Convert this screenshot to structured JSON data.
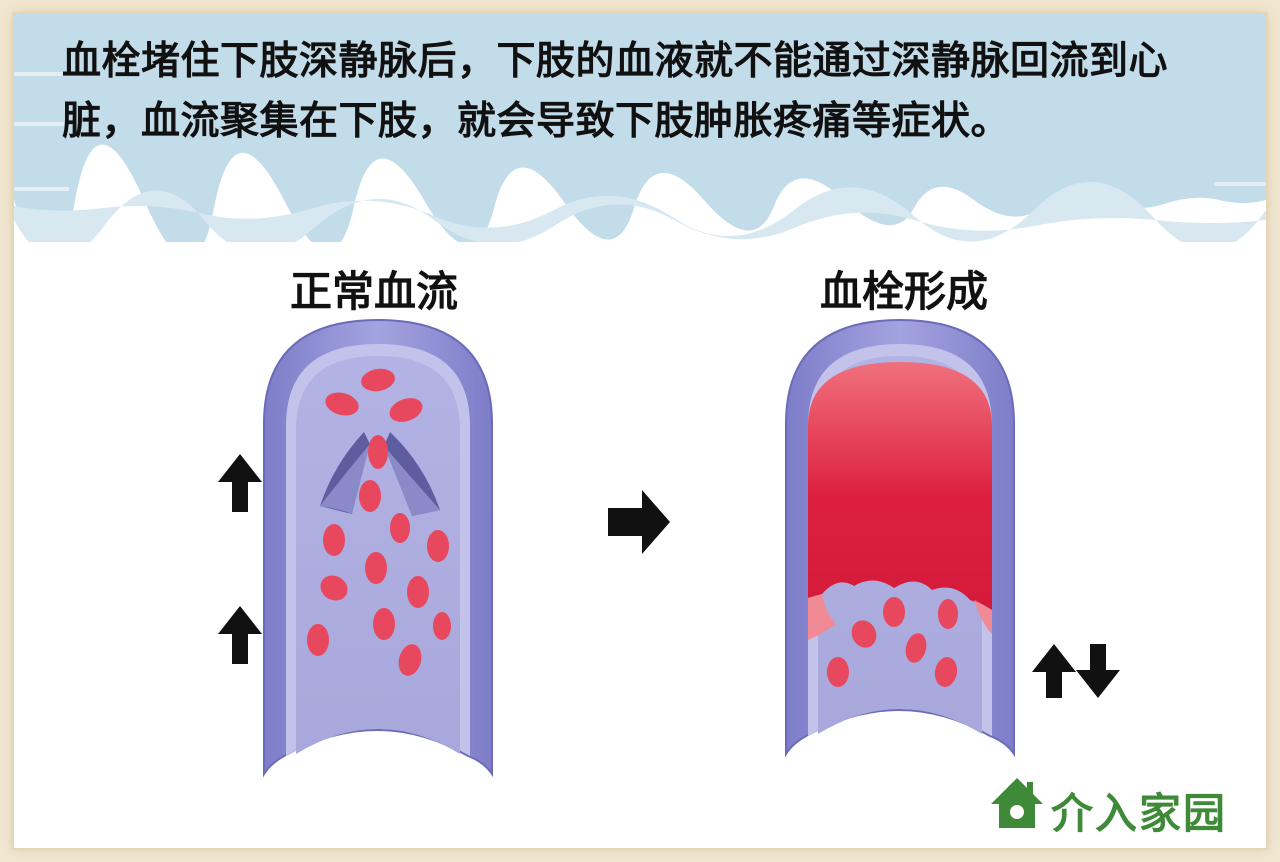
{
  "caption": "血栓堵住下肢深静脉后，下肢的血液就不能通过深静脉回流到心脏，血流聚集在下肢，就会导致下肢肿胀疼痛等症状。",
  "labels": {
    "normal": "正常血流",
    "clot": "血栓形成"
  },
  "logo": {
    "text": "介入家园"
  },
  "colors": {
    "banner": "#c3dce9",
    "vessel_wall": "#8f8fd6",
    "vessel_inner": "#b9b9e6",
    "blood_cell": "#e8485e",
    "clot": "#d91f3e",
    "logo_green": "#3f8a38",
    "arrow": "#111111"
  },
  "icons": [
    "house-icon",
    "up-arrow-icon",
    "right-arrow-icon",
    "up-down-arrow-icon"
  ]
}
